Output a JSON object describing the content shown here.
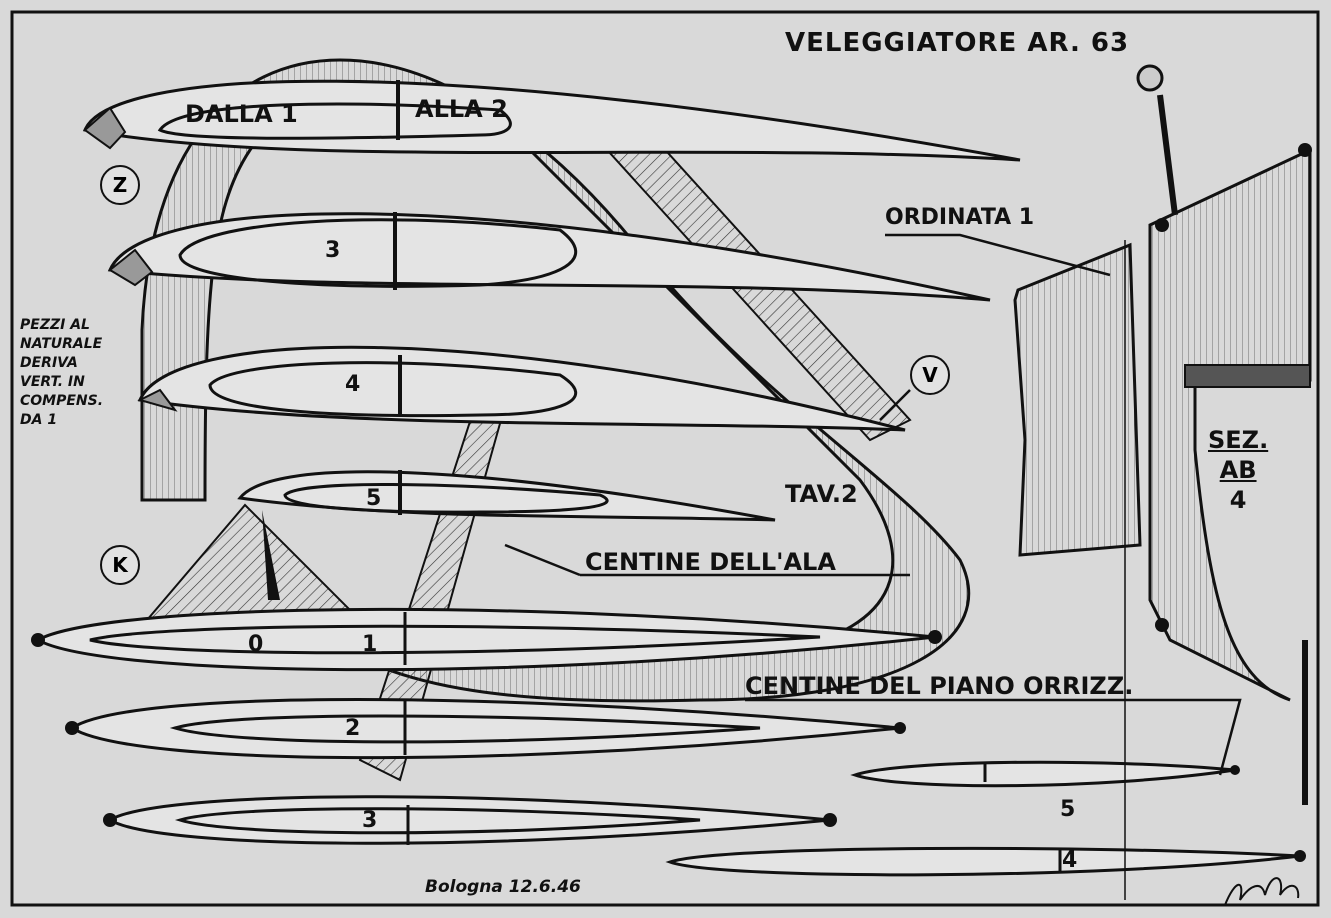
{
  "title": "VELEGGIATORE AR. 63",
  "note": "PEZZI AL\nNATURALE\nDERIVA\nVERT. IN\nCOMPENS.\nDA 1",
  "wing_labels": {
    "dalla1": "DALLA 1",
    "alla2": "ALLA 2",
    "rib3": "3",
    "rib4": "4",
    "rib5": "5",
    "tav": "TAV.2"
  },
  "callouts": {
    "z": "Z",
    "v": "V",
    "k": "K"
  },
  "section_labels": {
    "centine_ala": "CENTINE DELL'ALA",
    "centine_piano": "CENTINE DEL PIANO ORRIZZ.",
    "ordinata": "ORDINATA 1"
  },
  "section_ab": {
    "line1": "SEZ.",
    "line2": "AB",
    "line3": "4"
  },
  "tail_labels": {
    "r0": "0",
    "r1": "1",
    "r2": "2",
    "r3": "3",
    "r5": "5",
    "r4": "4"
  },
  "footer": {
    "place_date": "Bologna 12.6.46",
    "signature": "signature"
  }
}
